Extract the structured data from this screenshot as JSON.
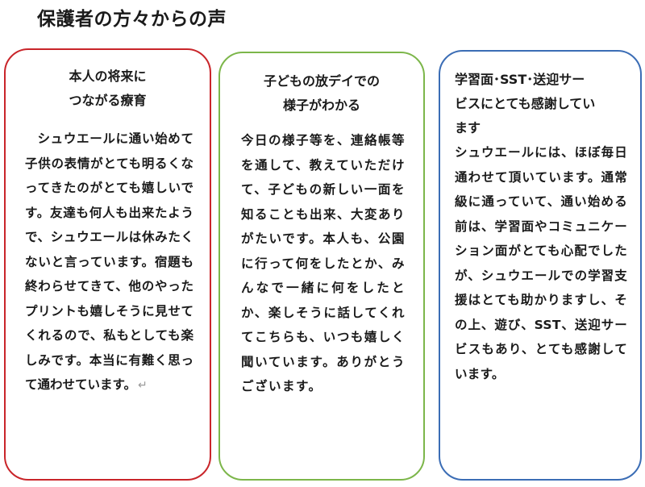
{
  "page": {
    "title": "保護者の方々からの声"
  },
  "cards": [
    {
      "title_lines": [
        "本人の将来に",
        "つながる療育"
      ],
      "body": "シュウエールに通い始めて子供の表情がとても明るくなってきたのがとても嬉しいです。友達も何人も出来たようで、シュウエールは休みたくないと言っています。宿題も終わらせてきて、他のやったプリントも嬉しそうに見せてくれるので、私もとしても楽しみです。本当に有難く思って通わせています。",
      "border_color": "#c9252a",
      "end_mark": "↵"
    },
    {
      "title_lines": [
        "子どもの放デイでの",
        "様子がわかる"
      ],
      "body": "今日の様子等を、連絡帳等を通して、教えていただけて、子どもの新しい一面を知ることも出来、大変ありがたいです。本人も、公園に行って何をしたとか、みんなで一緒に何をしたとか、楽しそうに話してくれてこちらも、いつも嬉しく聞いています。ありがとうございます。",
      "border_color": "#7cb64a"
    },
    {
      "title_lines": [
        "学習面･SST･送迎サー",
        "ビスにとても感謝してい",
        "ます"
      ],
      "body": "シュウエールには、ほぼ毎日通わせて頂いています。通常級に通っていて、通い始める前は、学習面やコミュニケーション面がとても心配でしたが、シュウエールでの学習支援はとても助かりますし、その上、遊び、SST、送迎サービスもあり、とても感謝しています。",
      "border_color": "#3b6db5"
    }
  ]
}
